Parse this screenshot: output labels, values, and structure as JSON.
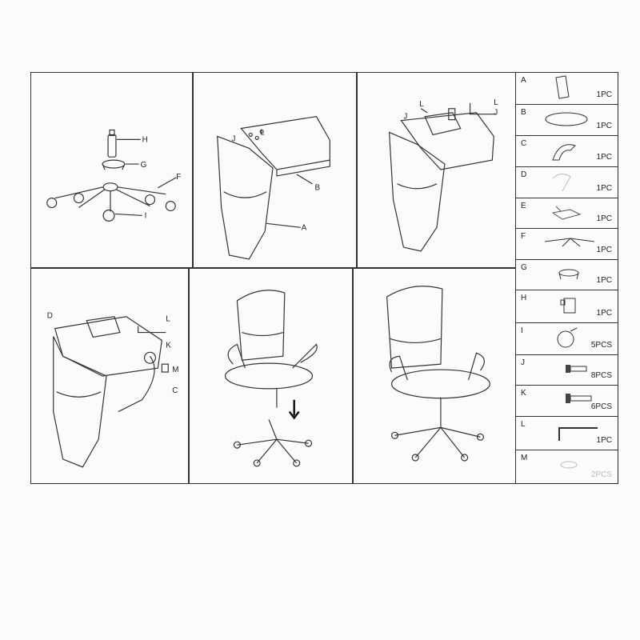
{
  "steps": [
    {
      "labels": [
        "H",
        "G",
        "F",
        "I"
      ]
    },
    {
      "labels": [
        "J",
        "L",
        "B",
        "A"
      ]
    },
    {
      "labels": [
        "L",
        "J",
        "J",
        "L"
      ]
    },
    {
      "labels": [
        "D",
        "L",
        "K",
        "M",
        "C"
      ]
    },
    {
      "labels": []
    },
    {
      "labels": []
    }
  ],
  "parts": [
    {
      "letter": "A",
      "qty": "1PC",
      "icon": "backrest-icon"
    },
    {
      "letter": "B",
      "qty": "1PC",
      "icon": "seat-cushion-icon"
    },
    {
      "letter": "C",
      "qty": "1PC",
      "icon": "armrest-icon"
    },
    {
      "letter": "D",
      "qty": "1PC",
      "icon": "armrest-icon"
    },
    {
      "letter": "E",
      "qty": "1PC",
      "icon": "seat-mechanism-icon"
    },
    {
      "letter": "F",
      "qty": "1PC",
      "icon": "star-base-icon"
    },
    {
      "letter": "G",
      "qty": "1PC",
      "icon": "gas-lift-cover-icon"
    },
    {
      "letter": "H",
      "qty": "1PC",
      "icon": "gas-lift-cylinder-icon"
    },
    {
      "letter": "I",
      "qty": "5PCS",
      "icon": "caster-wheel-icon"
    },
    {
      "letter": "J",
      "qty": "8PCS",
      "icon": "short-bolt-icon"
    },
    {
      "letter": "K",
      "qty": "6PCS",
      "icon": "long-bolt-icon"
    },
    {
      "letter": "L",
      "qty": "1PC",
      "icon": "allen-key-icon"
    },
    {
      "letter": "M",
      "qty": "2PCS",
      "icon": "washer-cap-icon"
    }
  ]
}
